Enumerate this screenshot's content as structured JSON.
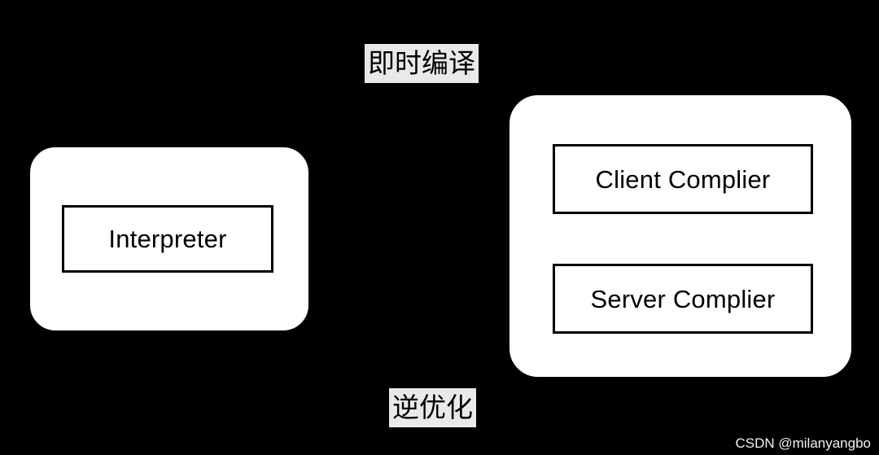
{
  "diagram": {
    "background_color": "#000000",
    "box_fill_color": "#ffffff",
    "box_border_color": "#000000",
    "label_background_color": "#e9e9e9",
    "nodes": [
      {
        "id": "interpreter",
        "children": [
          {
            "id": "interpreter-inner",
            "label": "Interpreter"
          }
        ]
      },
      {
        "id": "jit-compiler",
        "children": [
          {
            "id": "client-complier",
            "label": "Client Complier"
          },
          {
            "id": "server-complier",
            "label": "Server Complier"
          }
        ]
      }
    ],
    "flow_labels": [
      {
        "id": "jit",
        "text": "即时编译"
      },
      {
        "id": "deopt",
        "text": "逆优化"
      }
    ]
  },
  "watermark": {
    "text": "CSDN @milanyangbo"
  }
}
